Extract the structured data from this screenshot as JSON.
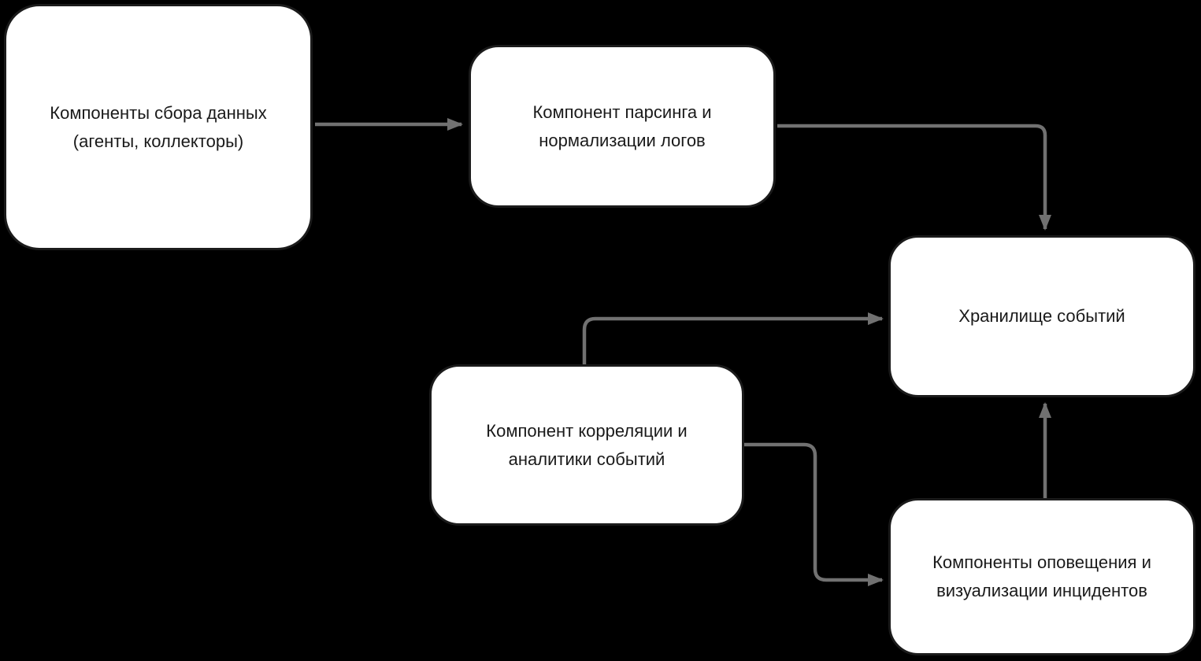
{
  "diagram": {
    "background_color": "#000000",
    "node_fill_color": "#ffffff",
    "node_border_color": "#1b1b1b",
    "arrow_color": "#717171",
    "nodes": {
      "collect": {
        "lines": [
          "Компоненты сбора данных",
          "(агенты, коллекторы)"
        ]
      },
      "parse": {
        "lines": [
          "Компонент парсинга и",
          "нормализации логов"
        ]
      },
      "storage": {
        "lines": [
          "Хранилище событий"
        ]
      },
      "correlation": {
        "lines": [
          "Компонент корреляции и",
          "аналитики событий"
        ]
      },
      "alert": {
        "lines": [
          "Компоненты оповещения и",
          "визуализации инцидентов"
        ]
      }
    },
    "edges": [
      {
        "from": "collect",
        "to": "parse"
      },
      {
        "from": "parse",
        "to": "storage"
      },
      {
        "from": "correlation",
        "to": "storage"
      },
      {
        "from": "correlation",
        "to": "alert"
      },
      {
        "from": "alert",
        "to": "storage"
      }
    ]
  }
}
